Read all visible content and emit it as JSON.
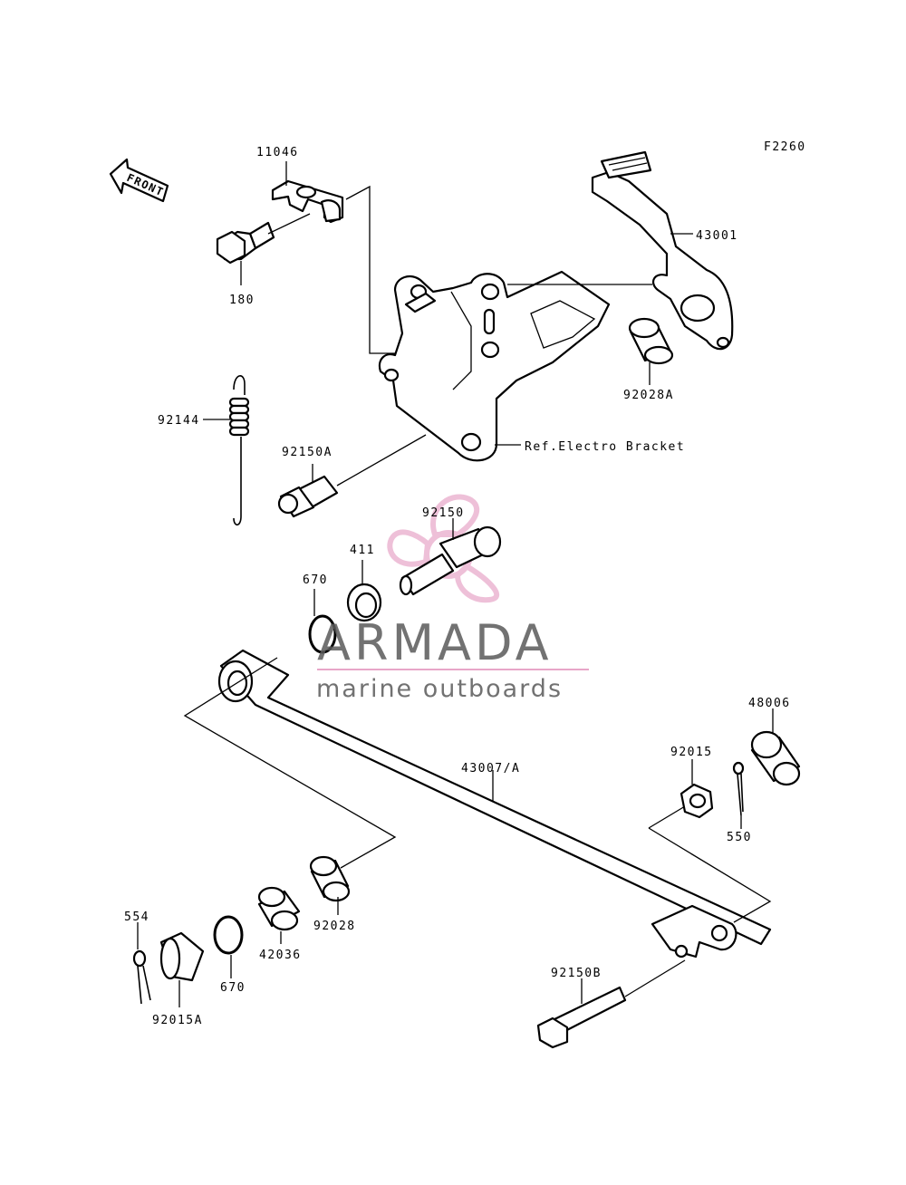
{
  "figure_code": "F2260",
  "front_label": "FRONT",
  "parts": {
    "p11046": "11046",
    "p180": "180",
    "p43001": "43001",
    "p92028A": "92028A",
    "ref_bracket": "Ref.Electro Bracket",
    "p92144": "92144",
    "p92150A": "92150A",
    "p92150": "92150",
    "p411": "411",
    "p670_top": "670",
    "p48006": "48006",
    "p92015": "92015",
    "p43007A": "43007/A",
    "p550": "550",
    "p554": "554",
    "p92028": "92028",
    "p42036": "42036",
    "p670_bottom": "670",
    "p92015A": "92015A",
    "p92150B": "92150B"
  },
  "watermark": {
    "brand": "ARMADA",
    "tagline": "marine outboards",
    "brand_color": "#e8a6c8",
    "text_color": "#5a5a5a"
  }
}
